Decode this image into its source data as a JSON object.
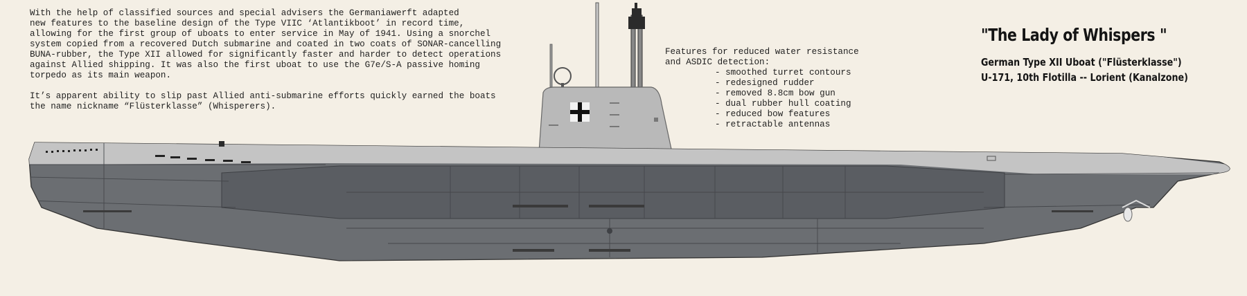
{
  "intro": {
    "paragraph_1": "With the help of classified sources and special advisers the Germaniawerft adapted\nnew features to the baseline design of the Type VIIC ‘Atlantikboot’ in record time,\nallowing for the first group of uboats to enter service in May of 1941. Using a snorchel\nsystem copied from a recovered Dutch submarine and coated in two coats of SONAR-cancelling\nBUNA-rubber, the Type XII allowed for significantly faster and harder to detect operations\nagainst Allied shipping. It was also the first uboat to use the G7e/S-A passive homing\ntorpedo as its main weapon.",
    "paragraph_2": "It’s apparent ability to slip past Allied anti-submarine efforts quickly earned the boats\nthe name nickname “Flüsterklasse” (Whisperers)."
  },
  "features": {
    "heading": "Features for reduced water resistance\nand ASDIC detection:",
    "items": [
      "smoothed turret contours",
      "redesigned rudder",
      "removed 8.8cm bow gun",
      "dual rubber hull coating",
      "reduced bow features",
      "retractable antennas"
    ]
  },
  "title_block": {
    "title": "\"The Lady of Whispers \"",
    "line_1": "German Type XII Uboat (\"Flüsterklasse\")",
    "line_2": "U-171, 10th Flotilla -- Lorient (Kanalzone)"
  },
  "colors": {
    "background": "#f4efe5",
    "hull_upper": "#bfbfbf",
    "hull_lower": "#6b6e72",
    "hull_dark": "#585b60",
    "ink": "#1f1f1f"
  }
}
